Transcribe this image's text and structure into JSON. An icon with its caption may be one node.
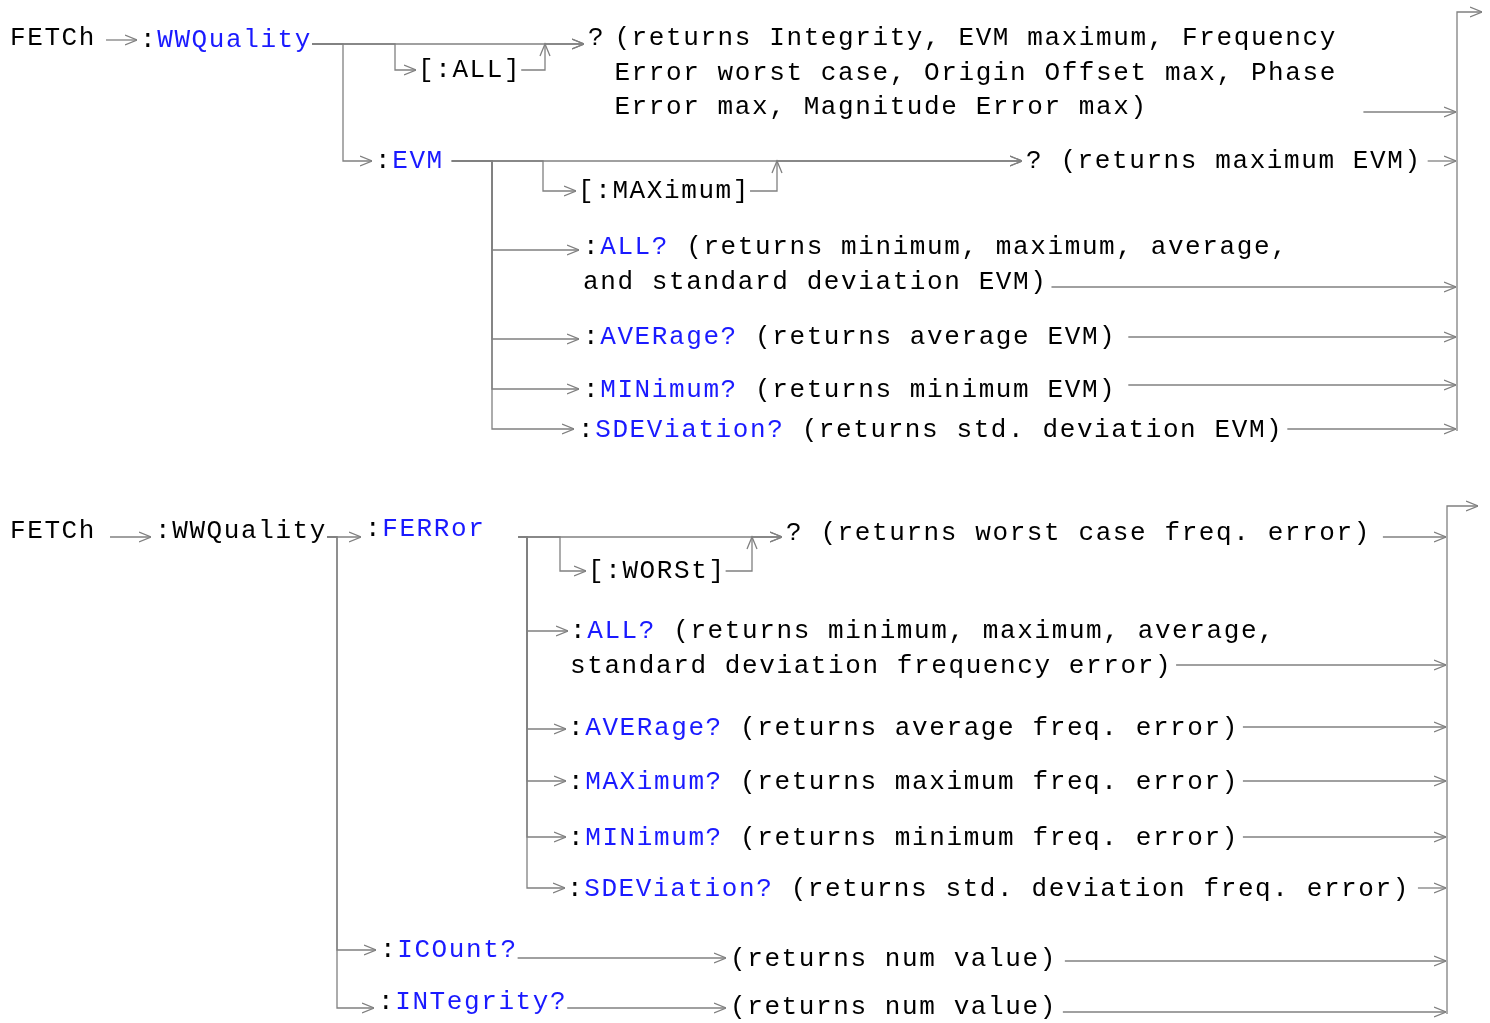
{
  "diagram": {
    "nodes": [
      {
        "text": [
          "FETCh"
        ]
      },
      {
        "text": [
          ":WWQuality"
        ]
      },
      {
        "text": [
          "[:ALL]"
        ]
      },
      {
        "text": [
          "?",
          "(returns Integrity, EVM maximum, Frequency Error worst case, Origin Offset max, Phase Error max, Magnitude Error max)"
        ]
      },
      {
        "text": [
          ":EVM"
        ]
      },
      {
        "text": [
          "[:MAXimum]"
        ]
      },
      {
        "text": [
          "? (returns maximum EVM)"
        ]
      },
      {
        "text": [
          ":ALL?",
          "(returns minimum, maximum, average, and standard deviation EVM)"
        ]
      },
      {
        "text": [
          ":AVERage?",
          "(returns average EVM)"
        ]
      },
      {
        "text": [
          ":MINimum?",
          "(returns minimum EVM)"
        ]
      },
      {
        "text": [
          ":SDEViation?",
          "(returns std. deviation EVM)"
        ]
      },
      {
        "text": [
          "FETCh"
        ]
      },
      {
        "text": [
          ":WWQuality"
        ]
      },
      {
        "text": [
          ":FERRor"
        ]
      },
      {
        "text": [
          "[:WORSt]"
        ]
      },
      {
        "text": [
          "? (returns worst case freq. error)"
        ]
      },
      {
        "text": [
          ":ALL?",
          "(returns minimum, maximum, average, standard deviation frequency error)"
        ]
      },
      {
        "text": [
          ":AVERage?",
          "(returns average freq. error)"
        ]
      },
      {
        "text": [
          ":MAXimum?",
          "(returns maximum freq. error)"
        ]
      },
      {
        "text": [
          ":MINimum?",
          "(returns minimum freq. error)"
        ]
      },
      {
        "text": [
          ":SDEViation?",
          "(returns std. deviation freq. error)"
        ]
      },
      {
        "text": [
          ":ICOunt?"
        ]
      },
      {
        "text": [
          "(returns num value)"
        ]
      },
      {
        "text": [
          ":INTegrity?"
        ]
      },
      {
        "text": [
          "(returns num value)"
        ]
      }
    ],
    "edges": [
      {
        "from": 0,
        "to": 1,
        "arrow": "to"
      },
      {
        "from": 1,
        "to": 3,
        "arrow": "to"
      },
      {
        "from": 1,
        "to": 2,
        "arrow": "to"
      },
      {
        "from": 2,
        "to": 3,
        "arrow": "to"
      },
      {
        "from": 1,
        "to": 4,
        "arrow": "to"
      },
      {
        "from": 4,
        "to": 6,
        "arrow": "to"
      },
      {
        "from": 4,
        "to": 5,
        "arrow": "to"
      },
      {
        "from": 5,
        "to": 6,
        "arrow": "to"
      },
      {
        "from": 4,
        "to": 7,
        "arrow": "to"
      },
      {
        "from": 4,
        "to": 8,
        "arrow": "to"
      },
      {
        "from": 4,
        "to": 9,
        "arrow": "to"
      },
      {
        "from": 4,
        "to": 10,
        "arrow": "to"
      },
      {
        "from": 3,
        "to": null,
        "arrow": "to"
      },
      {
        "from": 6,
        "to": null,
        "arrow": "to"
      },
      {
        "from": 7,
        "to": null,
        "arrow": "to"
      },
      {
        "from": 8,
        "to": null,
        "arrow": "to"
      },
      {
        "from": 9,
        "to": null,
        "arrow": "to"
      },
      {
        "from": 10,
        "to": null,
        "arrow": "to"
      },
      {
        "from": 11,
        "to": 12,
        "arrow": "to"
      },
      {
        "from": 12,
        "to": 13,
        "arrow": "to"
      },
      {
        "from": 13,
        "to": 15,
        "arrow": "to"
      },
      {
        "from": 13,
        "to": 14,
        "arrow": "to"
      },
      {
        "from": 14,
        "to": 15,
        "arrow": "to"
      },
      {
        "from": 13,
        "to": 16,
        "arrow": "to"
      },
      {
        "from": 13,
        "to": 17,
        "arrow": "to"
      },
      {
        "from": 13,
        "to": 18,
        "arrow": "to"
      },
      {
        "from": 13,
        "to": 19,
        "arrow": "to"
      },
      {
        "from": 13,
        "to": 20,
        "arrow": "to"
      },
      {
        "from": 12,
        "to": 21,
        "arrow": "to"
      },
      {
        "from": 12,
        "to": 23,
        "arrow": "to"
      },
      {
        "from": 21,
        "to": 22,
        "arrow": "to"
      },
      {
        "from": 23,
        "to": 24,
        "arrow": "to"
      },
      {
        "from": 15,
        "to": null,
        "arrow": "to"
      },
      {
        "from": 16,
        "to": null,
        "arrow": "to"
      },
      {
        "from": 17,
        "to": null,
        "arrow": "to"
      },
      {
        "from": 18,
        "to": null,
        "arrow": "to"
      },
      {
        "from": 19,
        "to": null,
        "arrow": "to"
      },
      {
        "from": 20,
        "to": null,
        "arrow": "to"
      },
      {
        "from": 22,
        "to": null,
        "arrow": "to"
      },
      {
        "from": 24,
        "to": null,
        "arrow": "to"
      }
    ]
  }
}
